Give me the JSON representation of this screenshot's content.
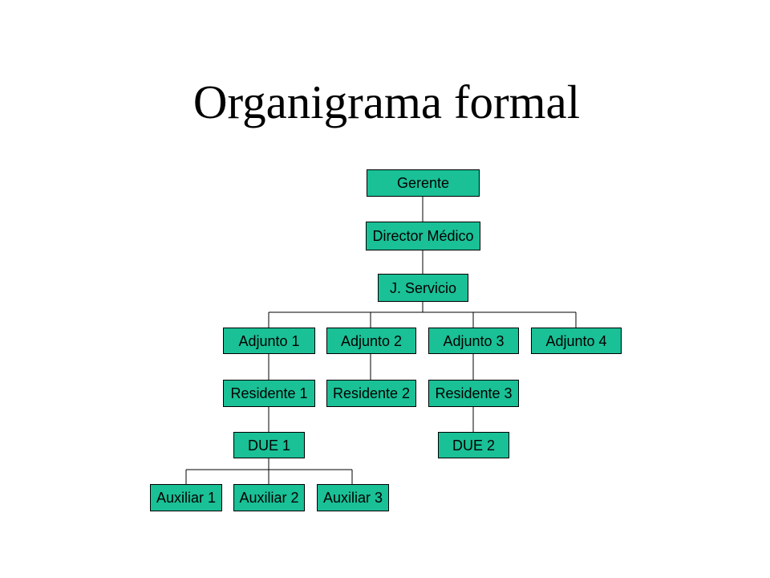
{
  "title": "Organigrama formal",
  "colors": {
    "background": "#FFFFFF",
    "box_fill": "#1AC096",
    "box_border": "#000000",
    "line": "#000000",
    "text": "#000000"
  },
  "org": {
    "gerente": "Gerente",
    "director_medico": "Director Médico",
    "jefe_servicio": "J. Servicio",
    "adjuntos": [
      "Adjunto 1",
      "Adjunto 2",
      "Adjunto 3",
      "Adjunto 4"
    ],
    "residentes": [
      "Residente 1",
      "Residente 2",
      "Residente 3"
    ],
    "due": [
      "DUE 1",
      "DUE 2"
    ],
    "auxiliares": [
      "Auxiliar 1",
      "Auxiliar 2",
      "Auxiliar 3"
    ]
  }
}
